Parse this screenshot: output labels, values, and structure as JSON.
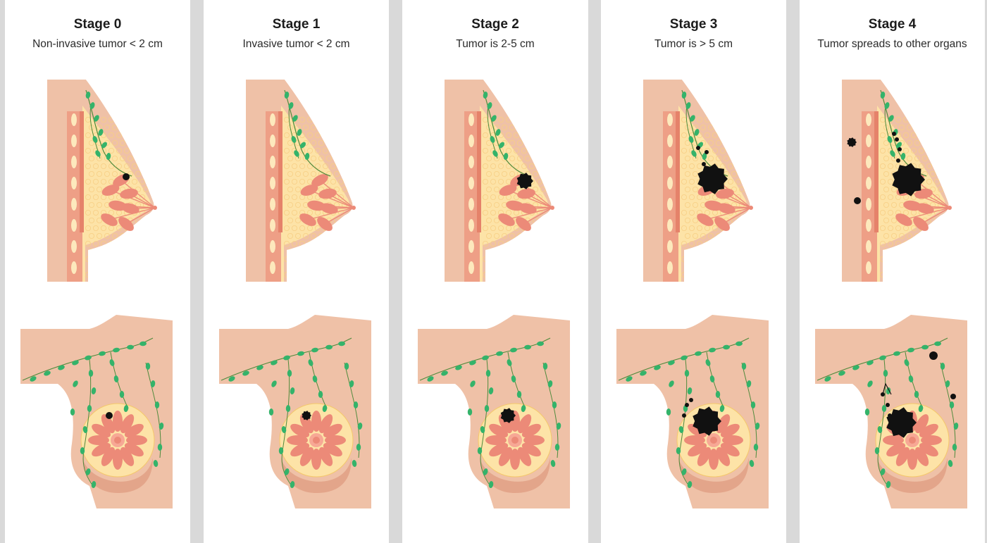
{
  "stages": [
    {
      "title": "Stage 0",
      "subtitle": "Non-invasive tumor < 2 cm"
    },
    {
      "title": "Stage 1",
      "subtitle": "Invasive tumor < 2 cm"
    },
    {
      "title": "Stage 2",
      "subtitle": "Tumor is 2-5 cm"
    },
    {
      "title": "Stage 3",
      "subtitle": "Tumor is > 5 cm"
    },
    {
      "title": "Stage 4",
      "subtitle": "Tumor spreads to other organs"
    }
  ],
  "colors": {
    "skin": "#efc1a7",
    "skin_dark": "#e3a58a",
    "fat": "#fde3a7",
    "lobule": "#ec8a78",
    "rib": "#ee9f86",
    "rib_spot": "#fde9bd",
    "node": "#34b36a",
    "vessel": "#4f8a3c",
    "tumor": "#111111",
    "background": "#d9d9d9",
    "panel": "#ffffff"
  },
  "icons": [
    "side-view-breast-icon",
    "front-view-breast-icon",
    "tumor-icon",
    "lymph-node-icon"
  ]
}
